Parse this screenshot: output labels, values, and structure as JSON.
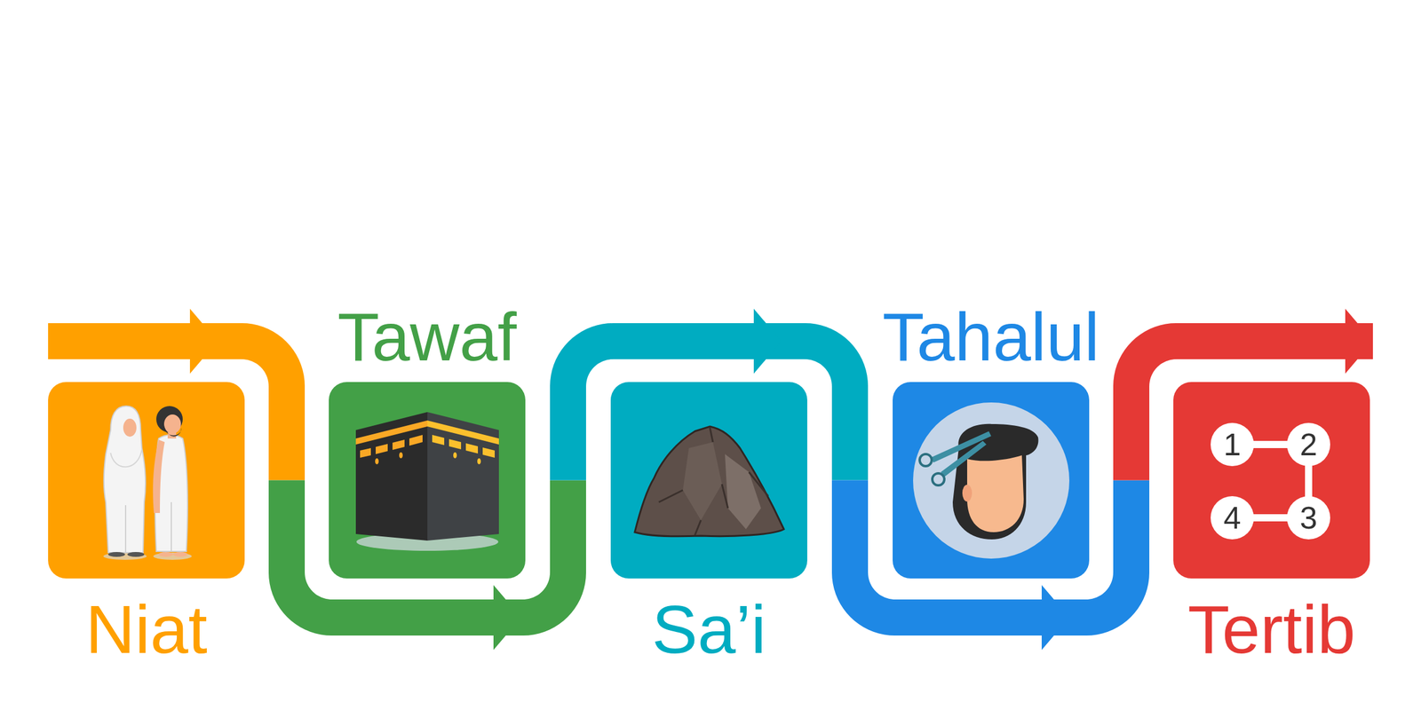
{
  "diagram": {
    "nodes": [
      {
        "text": [
          "Niat"
        ]
      },
      {
        "text": [
          "Tawaf"
        ]
      },
      {
        "text": [
          "Sa’i"
        ]
      },
      {
        "text": [
          "Tahalul"
        ]
      },
      {
        "text": [
          "Tertib"
        ]
      }
    ],
    "edges": [
      {
        "from": 0,
        "to": 1,
        "arrow": "to"
      },
      {
        "from": 1,
        "to": 2,
        "arrow": "to"
      },
      {
        "from": 2,
        "to": 3,
        "arrow": "to"
      },
      {
        "from": 3,
        "to": 4,
        "arrow": "to"
      }
    ],
    "labels": [
      "1",
      "2",
      "4",
      "3"
    ]
  }
}
